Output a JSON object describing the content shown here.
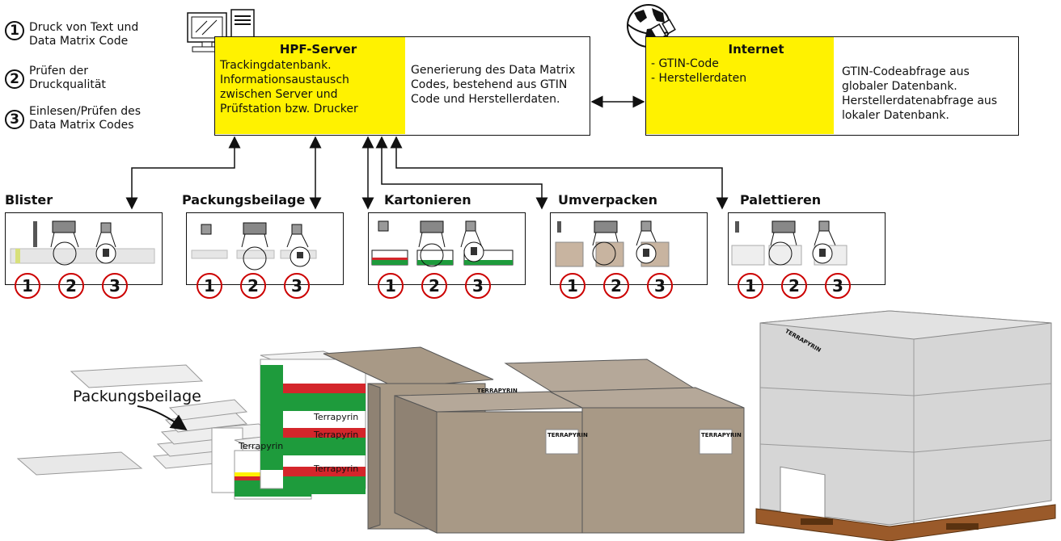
{
  "legend": [
    {
      "num": "1",
      "text": "Druck von Text und Data Matrix Code"
    },
    {
      "num": "2",
      "text": "Prüfen der Druckqualität"
    },
    {
      "num": "3",
      "text": "Einlesen/Prüfen des Data Matrix Codes"
    }
  ],
  "server": {
    "title": "HPF-Server",
    "left_text": "Trackingdatenbank. Informationsaustausch zwischen Server und Prüfstation bzw. Drucker",
    "right_text": "Generierung des Data Matrix Codes, bestehend aus GTIN Code und Herstellerdaten."
  },
  "internet": {
    "title": "Internet",
    "left_line1": "- GTIN-Code",
    "left_line2": "- Herstellerdaten",
    "right_text": "GTIN-Codeabfrage aus globaler Datenbank. Herstellerdatenabfrage aus lokaler Datenbank."
  },
  "stages": [
    {
      "title": "Blister"
    },
    {
      "title": "Packungsbeilage"
    },
    {
      "title": "Kartonieren"
    },
    {
      "title": "Umverpacken"
    },
    {
      "title": "Palettieren"
    }
  ],
  "step_numbers": [
    "1",
    "2",
    "3"
  ],
  "illustration": {
    "packungsbeilage_label": "Packungsbeilage",
    "product_name": "Terrapyrin",
    "product_name_caps": "TERRAPYRIN"
  },
  "colors": {
    "yellow": "#fff200",
    "green": "#1e9b3c",
    "red": "#d4262b",
    "carton": "#b5a899",
    "carton_dark": "#8f8273",
    "pallet": "#9a5a2a"
  }
}
